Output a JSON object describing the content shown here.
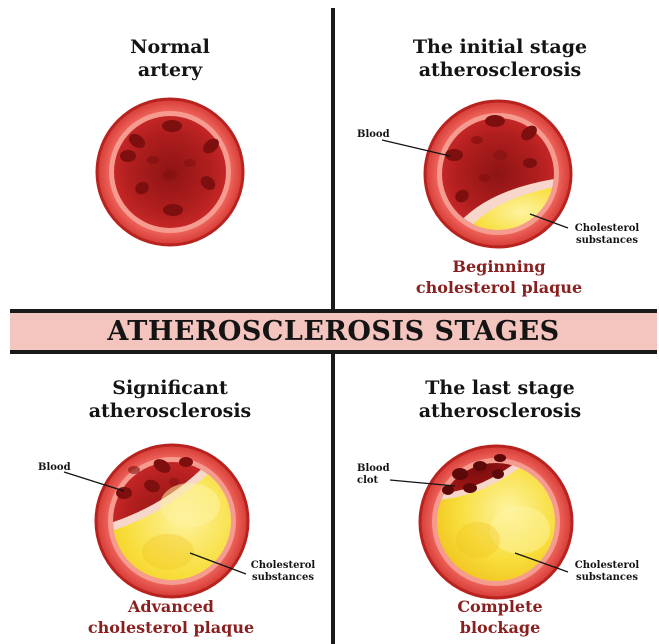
{
  "banner": {
    "title": "ATHEROSCLEROSIS STAGES"
  },
  "quadrants": {
    "normal": {
      "title": "Normal\nartery"
    },
    "initial": {
      "title": "The initial stage\natherosclerosis",
      "blood_label": "Blood",
      "cholesterol_label": "Cholesterol\nsubstances",
      "caption": "Beginning\ncholesterol plaque"
    },
    "significant": {
      "title": "Significant\natherosclerosis",
      "blood_label": "Blood",
      "cholesterol_label": "Cholesterol\nsubstances",
      "caption": "Advanced\ncholesterol plaque"
    },
    "last": {
      "title": "The last stage\natherosclerosis",
      "clot_label": "Blood\nclot",
      "cholesterol_label": "Cholesterol\nsubstances",
      "caption": "Complete\nblockage"
    }
  },
  "colors": {
    "artery_wall": "#e8554f",
    "artery_outline": "#b8221f",
    "blood": "#a81a1a",
    "blood_cell": "#7d0f0f",
    "plaque": "#f7d630",
    "plaque_light": "#fcee87",
    "banner_bg": "#f4c4be"
  }
}
